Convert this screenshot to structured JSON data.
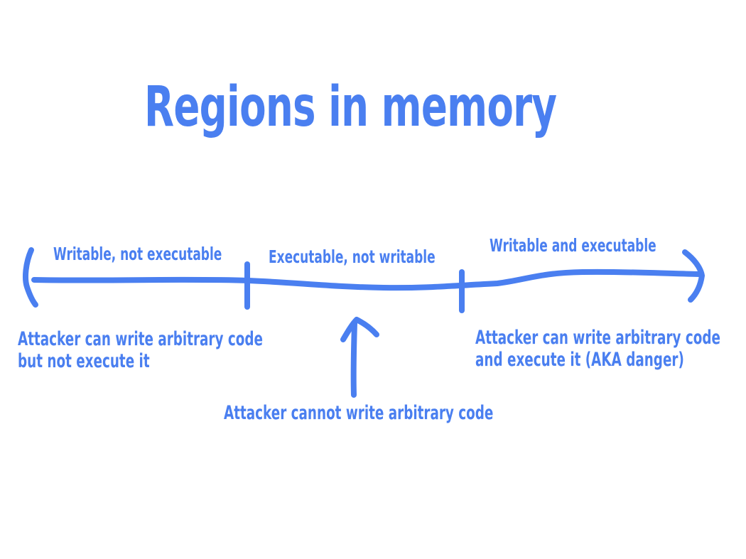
{
  "title": "Regions in memory",
  "colors": {
    "ink": "#4a7ff0",
    "background": "#ffffff"
  },
  "regions": [
    {
      "label": "Writable, not executable"
    },
    {
      "label": "Executable, not writable"
    },
    {
      "label": "Writable and executable"
    }
  ],
  "notes": {
    "left_line1": "Attacker can write arbitrary code",
    "left_line2": "but not execute it",
    "middle": "Attacker cannot write arbitrary code",
    "right_line1": "Attacker can write arbitrary code",
    "right_line2": "and execute it (AKA danger)"
  }
}
